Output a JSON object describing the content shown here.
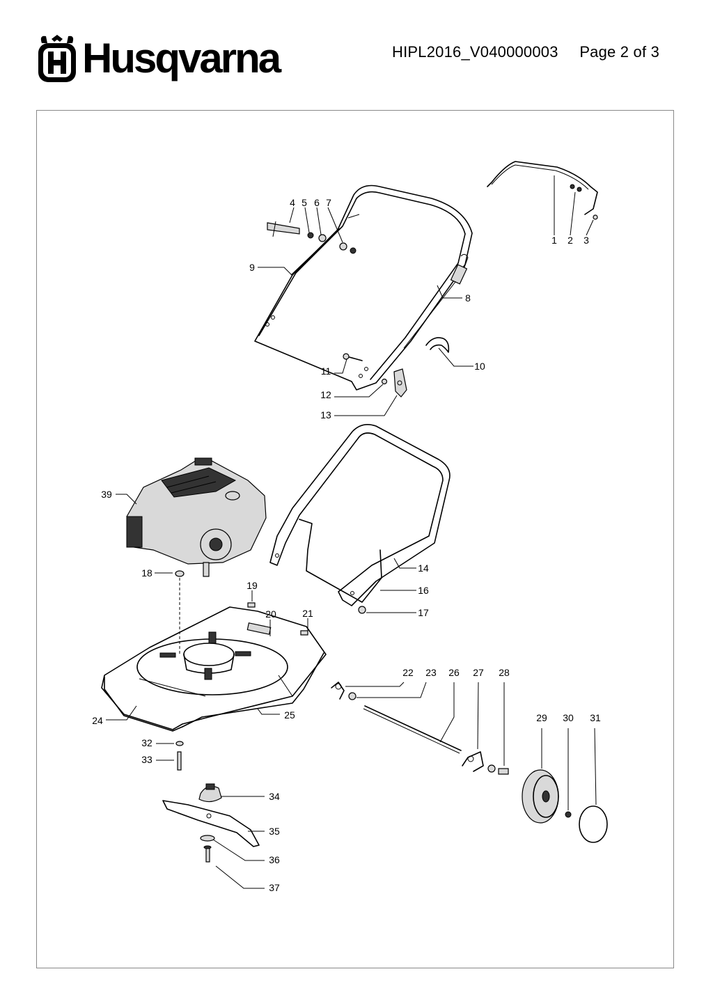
{
  "header": {
    "brand": "Husqvarna",
    "doc_id": "HIPL2016_V040000003",
    "page": "Page 2 of 3"
  },
  "callouts": [
    {
      "id": "c1",
      "label": "1"
    },
    {
      "id": "c2",
      "label": "2"
    },
    {
      "id": "c3",
      "label": "3"
    },
    {
      "id": "c4",
      "label": "4"
    },
    {
      "id": "c5",
      "label": "5"
    },
    {
      "id": "c6",
      "label": "6"
    },
    {
      "id": "c7",
      "label": "7"
    },
    {
      "id": "c8",
      "label": "8"
    },
    {
      "id": "c9",
      "label": "9"
    },
    {
      "id": "c10",
      "label": "10"
    },
    {
      "id": "c11",
      "label": "11"
    },
    {
      "id": "c12",
      "label": "12"
    },
    {
      "id": "c13",
      "label": "13"
    },
    {
      "id": "c14",
      "label": "14"
    },
    {
      "id": "c16",
      "label": "16"
    },
    {
      "id": "c17",
      "label": "17"
    },
    {
      "id": "c18",
      "label": "18"
    },
    {
      "id": "c19",
      "label": "19"
    },
    {
      "id": "c20",
      "label": "20"
    },
    {
      "id": "c21",
      "label": "21"
    },
    {
      "id": "c22",
      "label": "22"
    },
    {
      "id": "c23",
      "label": "23"
    },
    {
      "id": "c24",
      "label": "24"
    },
    {
      "id": "c25",
      "label": "25"
    },
    {
      "id": "c26",
      "label": "26"
    },
    {
      "id": "c27",
      "label": "27"
    },
    {
      "id": "c28",
      "label": "28"
    },
    {
      "id": "c29",
      "label": "29"
    },
    {
      "id": "c30",
      "label": "30"
    },
    {
      "id": "c31",
      "label": "31"
    },
    {
      "id": "c32",
      "label": "32"
    },
    {
      "id": "c33",
      "label": "33"
    },
    {
      "id": "c34",
      "label": "34"
    },
    {
      "id": "c35",
      "label": "35"
    },
    {
      "id": "c36",
      "label": "36"
    },
    {
      "id": "c37",
      "label": "37"
    },
    {
      "id": "c39",
      "label": "39"
    }
  ]
}
